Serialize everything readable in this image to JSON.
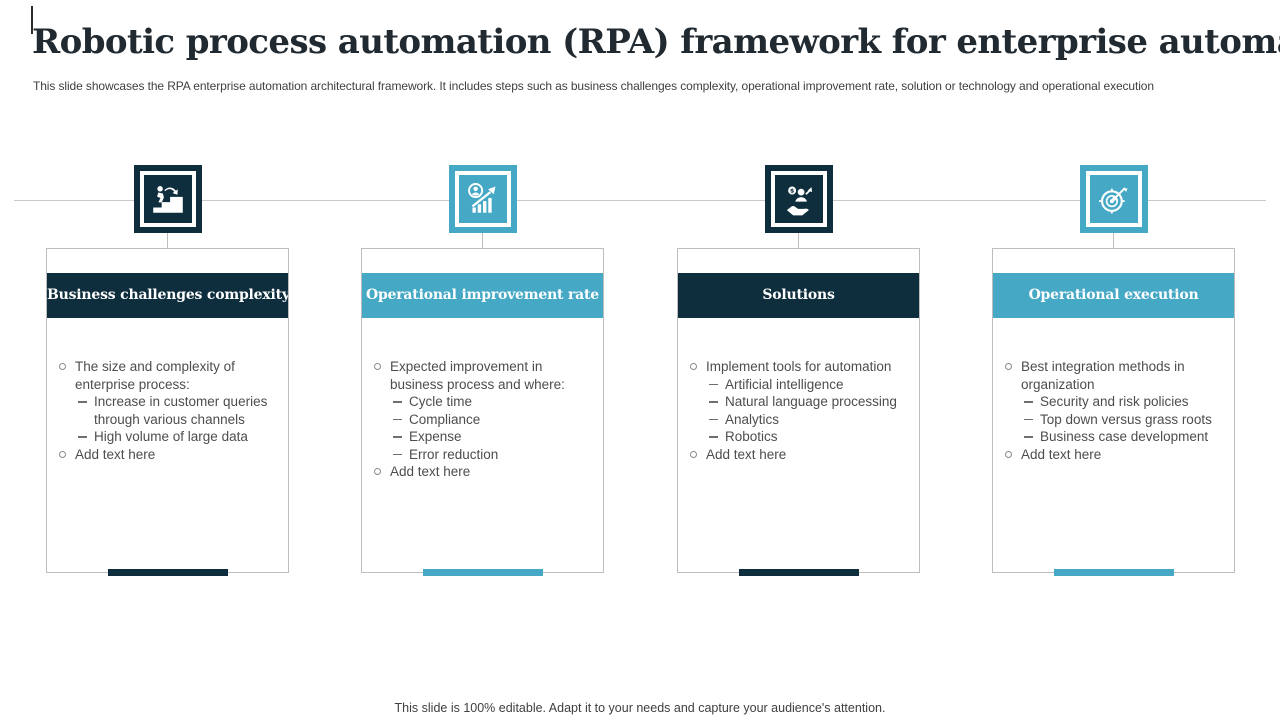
{
  "slide": {
    "title": "Robotic process automation (RPA) framework for enterprise automation",
    "subtitle": "This slide showcases the RPA enterprise automation architectural framework. It includes steps such as business challenges complexity, operational improvement rate, solution or technology and operational execution",
    "footer": "This slide is 100% editable. Adapt it to your needs and capture your audience's attention."
  },
  "colors": {
    "navy": "#0E2E3D",
    "teal": "#45A8C5"
  },
  "columns": [
    {
      "header": "Business challenges complexity",
      "theme": "navy",
      "icon": "person-climbing-stairs-icon",
      "bullets": [
        {
          "text": "The size and complexity of enterprise process:",
          "sub": [
            "Increase in customer queries through various channels",
            "High volume of large data"
          ]
        },
        {
          "text": "Add text here",
          "sub": []
        }
      ]
    },
    {
      "header": "Operational improvement rate",
      "theme": "teal",
      "icon": "growth-chart-person-icon",
      "bullets": [
        {
          "text": "Expected improvement in business process and where:",
          "sub": [
            "Cycle time",
            "Compliance",
            "Expense",
            "Error reduction"
          ]
        },
        {
          "text": "Add text here",
          "sub": []
        }
      ]
    },
    {
      "header": "Solutions",
      "theme": "navy",
      "icon": "hand-holding-investment-icon",
      "bullets": [
        {
          "text": "Implement tools for automation",
          "sub": [
            "Artificial intelligence",
            "Natural language processing",
            "Analytics",
            "Robotics"
          ]
        },
        {
          "text": "Add text here",
          "sub": []
        }
      ]
    },
    {
      "header": "Operational execution",
      "theme": "teal",
      "icon": "target-arrow-icon",
      "bullets": [
        {
          "text": "Best integration methods in organization",
          "sub": [
            "Security and risk policies",
            "Top down versus grass roots",
            "Business case development"
          ]
        },
        {
          "text": "Add text here",
          "sub": []
        }
      ]
    }
  ]
}
